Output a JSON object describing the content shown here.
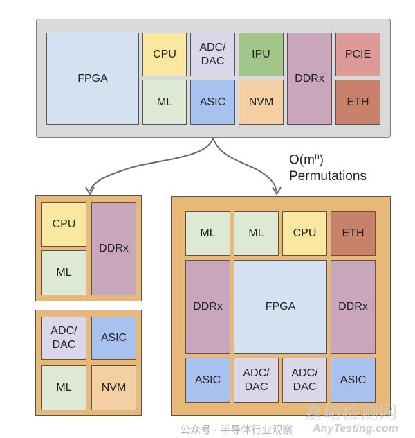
{
  "colors": {
    "fpga": "#d4e1f1",
    "cpu": "#fbe8a0",
    "adc": "#dcd6ea",
    "ipu": "#a2c589",
    "ml": "#dde9d4",
    "asic": "#a9c1ee",
    "nvm": "#f3cfa2",
    "ddr": "#c9a6bb",
    "pcie": "#dd9a96",
    "eth": "#c8816b",
    "package_gray": "#d9d9d9",
    "package_orange": "#e8b878"
  },
  "source_package": {
    "blocks": [
      "FPGA",
      "CPU",
      "ML",
      "ADC/\nDAC",
      "ASIC",
      "IPU",
      "NVM",
      "DDRx",
      "PCIE",
      "ETH"
    ]
  },
  "annotation": {
    "complexity": "O(m",
    "exponent": "n",
    "close": ")",
    "label": "Permutations"
  },
  "left_top_package": {
    "blocks": [
      "CPU",
      "ML",
      "DDRx"
    ]
  },
  "left_bottom_package": {
    "blocks": [
      "ADC/\nDAC",
      "ASIC",
      "ML",
      "NVM"
    ]
  },
  "right_package": {
    "blocks": [
      "ML",
      "ML",
      "CPU",
      "ETH",
      "DDRx",
      "FPGA",
      "DDRx",
      "ASIC",
      "ADC/\nDAC",
      "ADC/\nDAC",
      "ASIC"
    ]
  },
  "watermark": {
    "line1": "公众号 · 半导体行业观察",
    "line2": "嘉峪检测网",
    "line3": "AnyTesting.com"
  }
}
